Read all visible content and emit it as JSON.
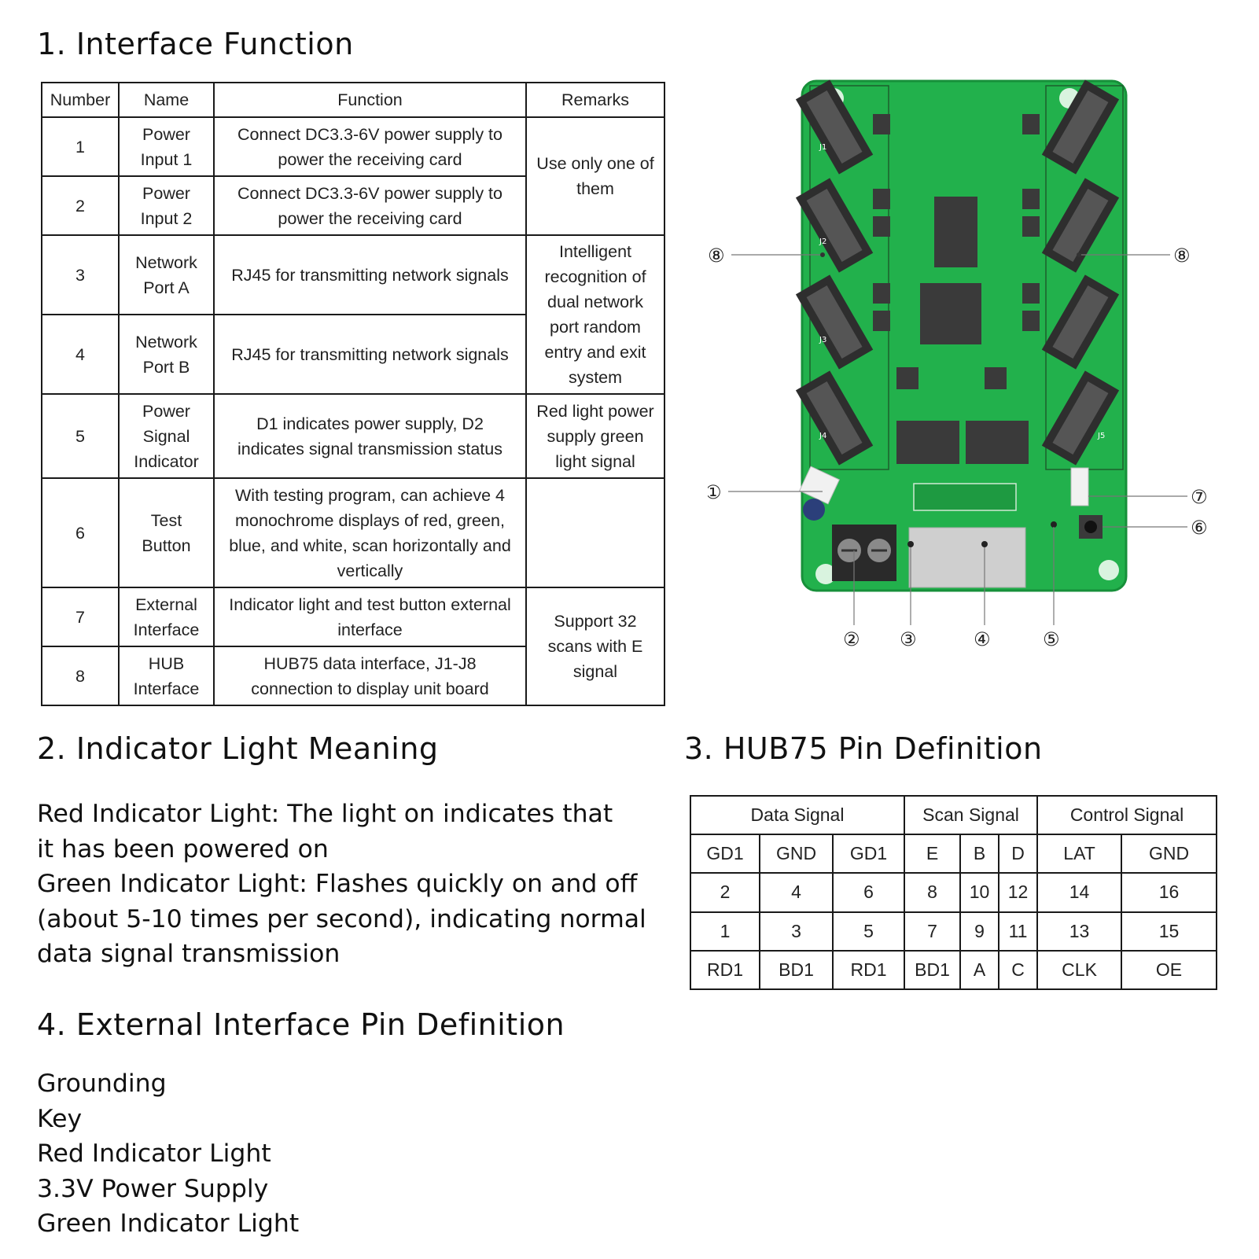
{
  "sections": {
    "s1_title": "1. Interface Function",
    "s2_title": "2. Indicator Light Meaning",
    "s3_title": "3. HUB75 Pin Definition",
    "s4_title": "4. External Interface Pin Definition"
  },
  "interface_table": {
    "headers": [
      "Number",
      "Name",
      "Function",
      "Remarks"
    ],
    "rows": [
      {
        "number": "1",
        "name": [
          "Power",
          "Input 1"
        ],
        "function": [
          "Connect DC3.3-6V power supply to",
          "power the receiving card"
        ]
      },
      {
        "number": "2",
        "name": [
          "Power",
          "Input 2"
        ],
        "function": [
          "Connect DC3.3-6V power supply to",
          "power the receiving card"
        ]
      },
      {
        "number": "3",
        "name": [
          "Network",
          "Port A"
        ],
        "function": [
          "RJ45 for transmitting network signals"
        ]
      },
      {
        "number": "4",
        "name": [
          "Network",
          "Port B"
        ],
        "function": [
          "RJ45 for transmitting network signals"
        ]
      },
      {
        "number": "5",
        "name": [
          "Power",
          "Signal",
          "Indicator"
        ],
        "function": [
          "D1 indicates power supply, D2",
          "indicates signal transmission status"
        ]
      },
      {
        "number": "6",
        "name": [
          "Test",
          "Button"
        ],
        "function": [
          "With testing program, can achieve 4",
          "monochrome displays of red, green,",
          "blue, and white, scan horizontally and",
          "vertically"
        ]
      },
      {
        "number": "7",
        "name": [
          "External",
          "Interface"
        ],
        "function": [
          "Indicator light and test button external",
          "interface"
        ]
      },
      {
        "number": "8",
        "name": [
          "HUB",
          "Interface"
        ],
        "function": [
          "HUB75 data interface, J1-J8",
          "connection to display unit board"
        ]
      }
    ],
    "remarks": {
      "r12": [
        "Use only one of",
        "them"
      ],
      "r34": [
        "Intelligent",
        "recognition of",
        "dual network",
        "port random",
        "entry and exit",
        "system"
      ],
      "r5": [
        "Red light power",
        "supply green",
        "light signal"
      ],
      "r6": "",
      "r78": [
        "Support 32",
        "scans with E",
        "signal"
      ]
    }
  },
  "indicator_text": [
    "Red Indicator Light: The light on indicates that",
    "it has been powered on",
    "Green Indicator Light: Flashes quickly on and off",
    "(about 5-10 times per second), indicating normal",
    "data signal transmission"
  ],
  "hub75_table": {
    "groups": [
      "Data Signal",
      "Scan Signal",
      "Control Signal"
    ],
    "rows": [
      [
        "GD1",
        "GND",
        "GD1",
        "E",
        "B",
        "D",
        "LAT",
        "GND"
      ],
      [
        "2",
        "4",
        "6",
        "8",
        "10",
        "12",
        "14",
        "16"
      ],
      [
        "1",
        "3",
        "5",
        "7",
        "9",
        "11",
        "13",
        "15"
      ],
      [
        "RD1",
        "BD1",
        "RD1",
        "BD1",
        "A",
        "C",
        "CLK",
        "OE"
      ]
    ]
  },
  "external_pins": [
    "Grounding",
    "Key",
    "Red Indicator Light",
    "3.3V Power Supply",
    "Green Indicator Light"
  ],
  "board": {
    "callouts": [
      "①",
      "②",
      "③",
      "④",
      "⑤",
      "⑥",
      "⑦",
      "⑧",
      "⑧"
    ],
    "connector_labels": [
      "J1",
      "J2",
      "J3",
      "J4",
      "J5"
    ],
    "colors": {
      "pcb": "#22b14c",
      "pcb_dark": "#1a8c3a",
      "chip": "#3a3a3a",
      "silver": "#cfcfcf"
    }
  }
}
